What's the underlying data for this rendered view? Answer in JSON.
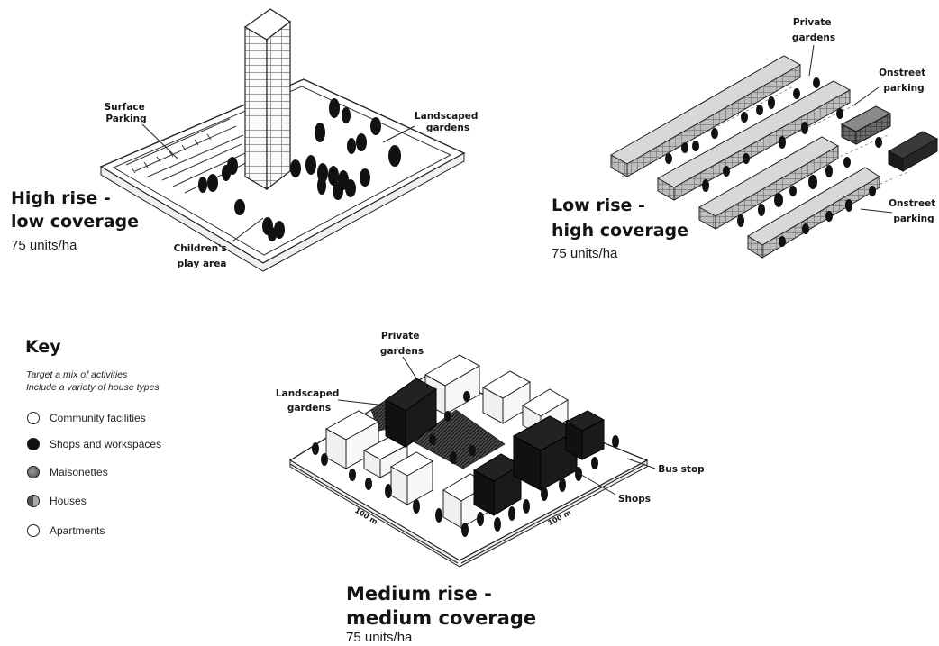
{
  "panels": {
    "high_rise": {
      "title_line1": "High rise -",
      "title_line2": "low coverage",
      "density": "75 units/ha",
      "labels": {
        "surface_parking": [
          "Surface",
          "Parking"
        ],
        "landscaped_gardens": [
          "Landscaped",
          "gardens"
        ],
        "play_area": [
          "Children's",
          "play area"
        ]
      }
    },
    "low_rise": {
      "title_line1": "Low rise -",
      "title_line2": "high coverage",
      "density": "75 units/ha",
      "labels": {
        "private_gardens": [
          "Private",
          "gardens"
        ],
        "onstreet_parking_top": [
          "Onstreet",
          "parking"
        ],
        "onstreet_parking_bottom": [
          "Onstreet",
          "parking"
        ]
      }
    },
    "medium_rise": {
      "title_line1": "Medium rise -",
      "title_line2": "medium coverage",
      "density": "75 units/ha",
      "labels": {
        "private_gardens": [
          "Private",
          "gardens"
        ],
        "landscaped_gardens": [
          "Landscaped",
          "gardens"
        ],
        "bus_stop": "Bus stop",
        "shops": "Shops",
        "dim_left": "100 m",
        "dim_right": "100 m"
      }
    }
  },
  "key": {
    "title": "Key",
    "notes": [
      "Target a mix of activities",
      "Include a variety of house types"
    ],
    "items": [
      {
        "label": "Community facilities",
        "color": "#ffffff"
      },
      {
        "label": "Shops and workspaces",
        "color": "#111111"
      },
      {
        "label": "Maisonettes",
        "color": "#6e6e6e"
      },
      {
        "label": "Houses",
        "color": "#8a8a8a"
      },
      {
        "label": "Apartments",
        "color": "#ffffff"
      }
    ]
  }
}
